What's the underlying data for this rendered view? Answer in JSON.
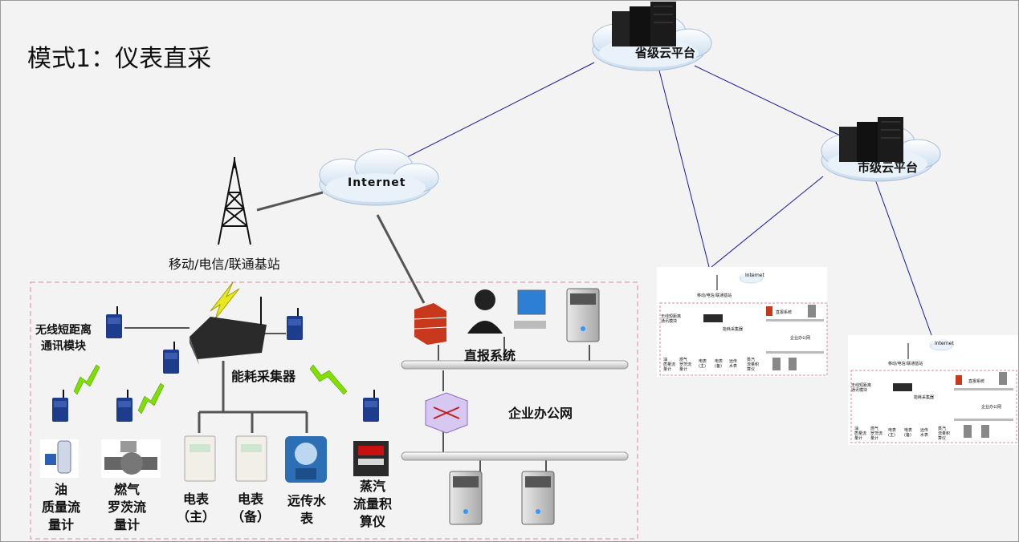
{
  "title": "模式1：仪表直采",
  "labels": {
    "province_cloud": "省级云平台",
    "city_cloud": "市级云平台",
    "internet": "Internet",
    "base_station": "移动/电信/联通基站",
    "wireless_module": "无线短距离\n通讯模块",
    "collector": "能耗采集器",
    "direct_report": "直报系统",
    "office_net": "企业办公网"
  },
  "meters": [
    {
      "label": "油\n质量流\n量计"
    },
    {
      "label": "燃气\n罗茨流\n量计"
    },
    {
      "label": "电表\n（主）"
    },
    {
      "label": "电表\n（备）"
    },
    {
      "label": "远传水\n表"
    },
    {
      "label": "蒸汽\n流量积\n算仪"
    }
  ],
  "mini_labels": {
    "internet": "Internet",
    "base_station": "移动/电信/联通基站",
    "wireless_module": "无线短距离\n通讯模块",
    "collector": "能耗采集器",
    "direct_report": "直报系统",
    "office_net": "企业办公网",
    "meters": [
      "油\n质量流\n量计",
      "燃气\n罗茨流\n量计",
      "电表\n(主)",
      "电表\n(备)",
      "远传\n水表",
      "蒸汽\n流量积\n算仪"
    ]
  },
  "colors": {
    "link_blue": "#1a1aa0",
    "wireless": "#7fe000",
    "dashed": "#d98aa8",
    "device_blue": "#1e3c8c"
  }
}
